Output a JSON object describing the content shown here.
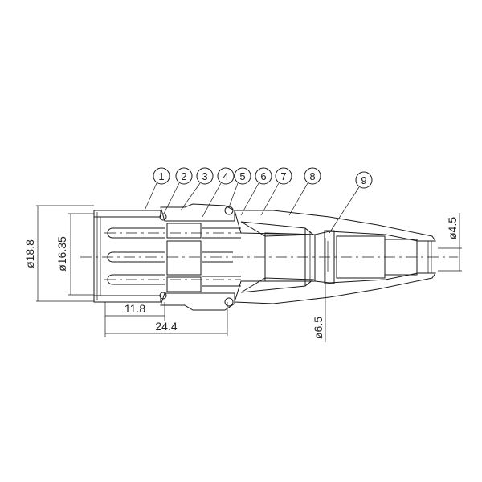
{
  "drawing": {
    "subject": "XLR cable connector cross-section",
    "balloons": [
      {
        "label": "1"
      },
      {
        "label": "2"
      },
      {
        "label": "3"
      },
      {
        "label": "4"
      },
      {
        "label": "5"
      },
      {
        "label": "6"
      },
      {
        "label": "7"
      },
      {
        "label": "8"
      },
      {
        "label": "9"
      }
    ],
    "dimensions": {
      "outer_diameter": "ø18.8",
      "inner_diameter": "ø16.35",
      "length_a": "11.8",
      "length_b": "24.4",
      "cable_bore": "ø6.5",
      "tip_diameter": "ø4.5"
    },
    "colors": {
      "line": "#1a1a1a",
      "background": "#ffffff"
    }
  }
}
